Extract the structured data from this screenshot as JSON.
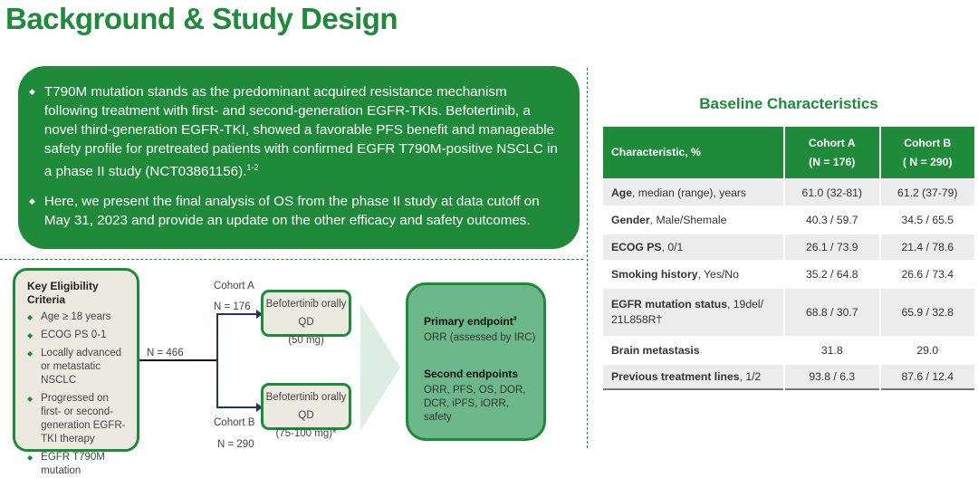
{
  "title": "Background & Study Design",
  "intro": {
    "bullets": [
      {
        "text": "T790M mutation stands as the predominant acquired resistance mechanism following treatment with first- and second-generation EGFR-TKIs. Befotertinib, a novel third-generation EGFR-TKI, showed a favorable PFS benefit and manageable safety profile for pretreated patients with confirmed EGFR T790M-positive NSCLC in a phase II study (NCT03861156).",
        "sup": "1-2"
      },
      {
        "text": "Here, we present the final analysis of OS from the phase II study at data cutoff on May 31, 2023 and provide an update on the other efficacy and safety outcomes."
      }
    ]
  },
  "eligibility": {
    "title": "Key Eligibility Criteria",
    "items": [
      "Age ≥ 18 years",
      "ECOG PS 0-1",
      "Locally advanced or metastatic NSCLC",
      "Progressed on  first- or second-generation EGFR-TKI therapy",
      "EGFR T790M mutation"
    ]
  },
  "design": {
    "total": "N = 466",
    "cohort_a": {
      "label": "Cohort A",
      "n": "N = 176",
      "drug": "Befotertinib orally QD",
      "dose": "(50 mg)"
    },
    "cohort_b": {
      "label": "Cohort B",
      "n": "N = 290",
      "drug": "Befotertinib orally QD",
      "dose": "(75-100 mg)*"
    }
  },
  "endpoints": {
    "primary_title": "Primary endpoint",
    "primary_sup": "#",
    "primary": "ORR (assessed by IRC)",
    "secondary_title": "Second endpoints",
    "secondary": "ORR, PFS, OS, DOR, DCR, iPFS, iORR, safety"
  },
  "table": {
    "title": "Baseline Characteristics",
    "headers": [
      {
        "l1": "Characteristic, %"
      },
      {
        "l1": "Cohort A",
        "l2": "(N = 176)"
      },
      {
        "l1": "Cohort B",
        "l2": "( N = 290)"
      }
    ],
    "rows": [
      {
        "bold": "Age",
        "rest": ", median (range), years",
        "a": "61.0  (32-81)",
        "b": "61.2 (37-79)"
      },
      {
        "bold": "Gender",
        "rest": ", Male/Shemale",
        "a": "40.3 / 59.7",
        "b": "34.5 / 65.5"
      },
      {
        "bold": "ECOG PS",
        "rest": ", 0/1",
        "a": "26.1 / 73.9",
        "b": "21.4 / 78.6"
      },
      {
        "bold": "Smoking history",
        "rest": ", Yes/No",
        "a": "35.2 / 64.8",
        "b": "26.6 / 73.4"
      },
      {
        "bold": "EGFR mutation status",
        "rest": ", 19del/ 21L858R†",
        "a": "68.8 / 30.7",
        "b": "65.9 / 32.8"
      },
      {
        "bold": "Brain metastasis",
        "rest": "",
        "a": "31.8",
        "b": "29.0"
      },
      {
        "bold": "Previous treatment lines",
        "rest": ", 1/2",
        "a": "93.8 / 6.3",
        "b": "87.6 / 12.4"
      }
    ]
  },
  "colors": {
    "green": "#1e8a3a",
    "light_green": "#6db88a",
    "beige": "#eceae0",
    "navy": "#1f3566"
  }
}
